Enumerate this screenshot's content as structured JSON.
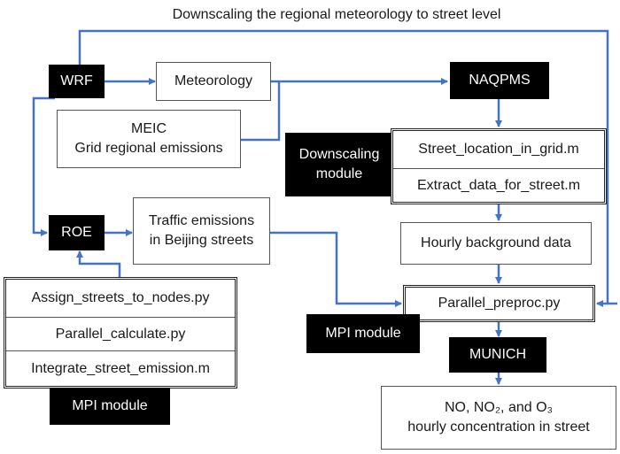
{
  "title": "Downscaling the regional meteorology to street level",
  "nodes": {
    "wrf": "WRF",
    "meteorology": "Meteorology",
    "naqpms": "NAQPMS",
    "meic_line1": "MEIC",
    "meic_line2": "Grid regional emissions",
    "downscaling_module_line1": "Downscaling",
    "downscaling_module_line2": "module",
    "street_location": "Street_location_in_grid.m",
    "extract_data": "Extract_data_for_street.m",
    "roe": "ROE",
    "traffic_line1": "Traffic emissions",
    "traffic_line2": "in Beijing streets",
    "hourly_background": "Hourly background data",
    "assign_streets": "Assign_streets_to_nodes.py",
    "parallel_calculate": "Parallel_calculate.py",
    "integrate_emission": "Integrate_street_emission.m",
    "mpi_module_left": "MPI module",
    "parallel_preproc": "Parallel_preproc.py",
    "mpi_module_right": "MPI module",
    "munich": "MUNICH",
    "output_line1": "NO, NO₂, and O₃",
    "output_line2": "hourly concentration in street"
  },
  "colors": {
    "arrow": "#4472C4",
    "black_box": "#000000",
    "box_border": "#555555"
  }
}
